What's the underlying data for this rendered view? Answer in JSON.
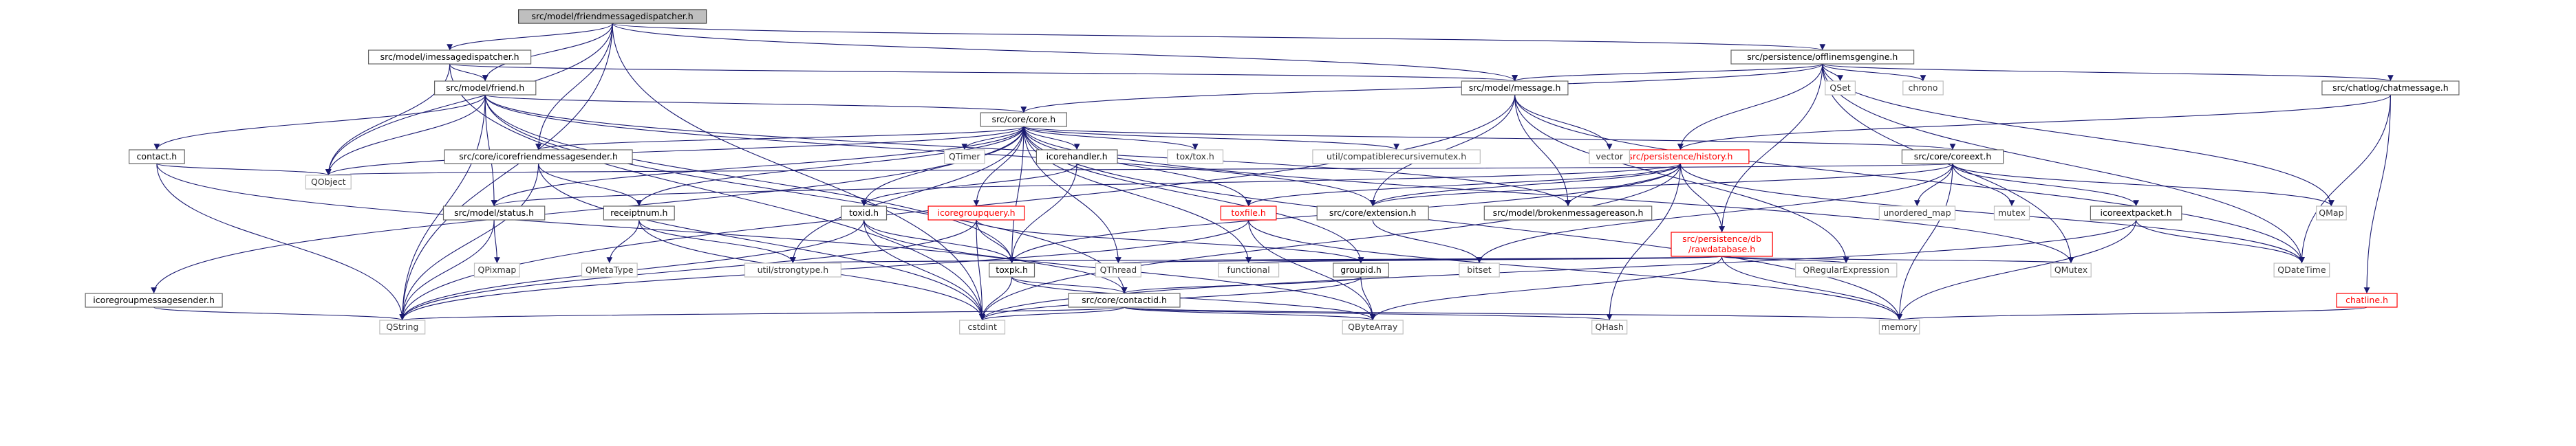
{
  "graph": {
    "nodes": [
      {
        "id": "root",
        "label": "src/model/friendmessagedispatcher.h",
        "style": "root",
        "row": 0,
        "col": 10.35
      },
      {
        "id": "imd",
        "label": "src/model/imessagedispatcher.h",
        "style": "normal",
        "row": 1,
        "col": 7.6
      },
      {
        "id": "ome",
        "label": "src/persistence/offlinemsgengine.h",
        "style": "normal",
        "row": 1,
        "col": 30.8
      },
      {
        "id": "friend",
        "label": "src/model/friend.h",
        "style": "normal",
        "row": 2,
        "col": 8.2
      },
      {
        "id": "message",
        "label": "src/model/message.h",
        "style": "normal",
        "row": 2,
        "col": 25.6
      },
      {
        "id": "chatmessage",
        "label": "src/chatlog/chatmessage.h",
        "style": "normal",
        "row": 2,
        "col": 40.4
      },
      {
        "id": "qset",
        "label": "QSet",
        "style": "noframe",
        "row": 2,
        "col": 31.1
      },
      {
        "id": "chrono",
        "label": "chrono",
        "style": "noframe",
        "row": 2,
        "col": 32.5
      },
      {
        "id": "core",
        "label": "src/core/core.h",
        "style": "normal",
        "row": 3,
        "col": 17.3
      },
      {
        "id": "history",
        "label": "src/persistence/history.h",
        "style": "red",
        "row": 4,
        "col": 28.4
      },
      {
        "id": "contact",
        "label": "contact.h",
        "style": "normal",
        "row": 4,
        "col": 2.65
      },
      {
        "id": "icfms",
        "label": "src/core/icorefriendmessagesender.h",
        "style": "normal",
        "row": 4,
        "col": 9.1
      },
      {
        "id": "qtimer",
        "label": "QTimer",
        "style": "noframe",
        "row": 4,
        "col": 16.3
      },
      {
        "id": "icorehandler",
        "label": "icorehandler.h",
        "style": "normal",
        "row": 4,
        "col": 18.2
      },
      {
        "id": "toxtox",
        "label": "tox/tox.h",
        "style": "noframe",
        "row": 4,
        "col": 20.2
      },
      {
        "id": "ucrm",
        "label": "util/compatiblerecursivemutex.h",
        "style": "noframe",
        "row": 4,
        "col": 23.6
      },
      {
        "id": "vector",
        "label": "vector",
        "style": "noframe",
        "row": 4,
        "col": 27.2
      },
      {
        "id": "coreext",
        "label": "src/core/coreext.h",
        "style": "normal",
        "row": 4,
        "col": 33.0
      },
      {
        "id": "qobject",
        "label": "QObject",
        "style": "noframe",
        "row": 5,
        "col": 5.55
      },
      {
        "id": "status",
        "label": "src/model/status.h",
        "style": "normal",
        "row": 6,
        "col": 8.35
      },
      {
        "id": "receiptnum",
        "label": "receiptnum.h",
        "style": "normal",
        "row": 6,
        "col": 10.8
      },
      {
        "id": "toxid",
        "label": "toxid.h",
        "style": "normal",
        "row": 6,
        "col": 14.6
      },
      {
        "id": "icgq",
        "label": "icoregroupquery.h",
        "style": "red",
        "row": 6,
        "col": 16.5
      },
      {
        "id": "toxfile",
        "label": "toxfile.h",
        "style": "red",
        "row": 6,
        "col": 21.1
      },
      {
        "id": "coreextension",
        "label": "src/core/extension.h",
        "style": "normal",
        "row": 6,
        "col": 23.2
      },
      {
        "id": "brokenmsg",
        "label": "src/model/brokenmessagereason.h",
        "style": "normal",
        "row": 6,
        "col": 26.5
      },
      {
        "id": "icoreextpacket",
        "label": "icoreextpacket.h",
        "style": "normal",
        "row": 6,
        "col": 36.1
      },
      {
        "id": "qmap",
        "label": "QMap",
        "style": "noframe",
        "row": 6,
        "col": 39.4
      },
      {
        "id": "unordered",
        "label": "unordered_map",
        "style": "noframe",
        "row": 6,
        "col": 32.4
      },
      {
        "id": "mutex",
        "label": "mutex",
        "style": "noframe",
        "row": 6,
        "col": 34.0
      },
      {
        "id": "rawdb",
        "label": "src/persistence/db\n/rawdatabase.h",
        "style": "red",
        "row": 7,
        "col": 29.1
      },
      {
        "id": "qpixmap",
        "label": "QPixmap",
        "style": "noframe",
        "row": 8,
        "col": 8.4
      },
      {
        "id": "qmetatype",
        "label": "QMetaType",
        "style": "noframe",
        "row": 8,
        "col": 10.3
      },
      {
        "id": "strongtype",
        "label": "util/strongtype.h",
        "style": "noframe",
        "row": 8,
        "col": 13.4
      },
      {
        "id": "toxpk",
        "label": "toxpk.h",
        "style": "normal",
        "row": 8,
        "col": 17.1
      },
      {
        "id": "qthread",
        "label": "QThread",
        "style": "noframe",
        "row": 8,
        "col": 18.9
      },
      {
        "id": "functional",
        "label": "functional",
        "style": "noframe",
        "row": 8,
        "col": 21.1
      },
      {
        "id": "groupid",
        "label": "groupid.h",
        "style": "normal",
        "row": 8,
        "col": 23.0
      },
      {
        "id": "bitset",
        "label": "bitset",
        "style": "noframe",
        "row": 8,
        "col": 25.0
      },
      {
        "id": "qregexp",
        "label": "QRegularExpression",
        "style": "noframe",
        "row": 8,
        "col": 31.2
      },
      {
        "id": "qmutex",
        "label": "QMutex",
        "style": "noframe",
        "row": 8,
        "col": 35.0
      },
      {
        "id": "qdatetime",
        "label": "QDateTime",
        "style": "noframe",
        "row": 8,
        "col": 38.9
      },
      {
        "id": "icgms",
        "label": "icoregroupmessagesender.h",
        "style": "normal",
        "row": 9,
        "col": 2.6
      },
      {
        "id": "contactid",
        "label": "src/core/contactid.h",
        "style": "normal",
        "row": 9,
        "col": 19.0
      },
      {
        "id": "chatline",
        "label": "chatline.h",
        "style": "red",
        "row": 9,
        "col": 40.0
      },
      {
        "id": "qstring",
        "label": "QString",
        "style": "noframe",
        "row": 10,
        "col": 6.8
      },
      {
        "id": "cstdint",
        "label": "cstdint",
        "style": "noframe",
        "row": 10,
        "col": 16.6
      },
      {
        "id": "qbytearray",
        "label": "QByteArray",
        "style": "noframe",
        "row": 10,
        "col": 23.2
      },
      {
        "id": "qhash",
        "label": "QHash",
        "style": "noframe",
        "row": 10,
        "col": 27.2
      },
      {
        "id": "memory",
        "label": "memory",
        "style": "noframe",
        "row": 10,
        "col": 32.1
      }
    ],
    "edges": [
      [
        "root",
        "imd"
      ],
      [
        "root",
        "friend"
      ],
      [
        "root",
        "message"
      ],
      [
        "root",
        "ome"
      ],
      [
        "root",
        "icfms"
      ],
      [
        "root",
        "qobject"
      ],
      [
        "root",
        "qstring"
      ],
      [
        "root",
        "cstdint"
      ],
      [
        "imd",
        "friend"
      ],
      [
        "imd",
        "message"
      ],
      [
        "imd",
        "qobject"
      ],
      [
        "imd",
        "cstdint"
      ],
      [
        "friend",
        "contact"
      ],
      [
        "friend",
        "core"
      ],
      [
        "friend",
        "status"
      ],
      [
        "friend",
        "contactid"
      ],
      [
        "friend",
        "qobject"
      ],
      [
        "friend",
        "qstring"
      ],
      [
        "friend",
        "coreextension"
      ],
      [
        "friend",
        "brokenmsg"
      ],
      [
        "friend",
        "toxpk"
      ],
      [
        "ome",
        "core"
      ],
      [
        "ome",
        "message"
      ],
      [
        "ome",
        "chatmessage"
      ],
      [
        "ome",
        "qset"
      ],
      [
        "ome",
        "chrono"
      ],
      [
        "ome",
        "history"
      ],
      [
        "ome",
        "rawdb"
      ],
      [
        "ome",
        "qmap"
      ],
      [
        "ome",
        "qmutex"
      ],
      [
        "ome",
        "qdatetime"
      ],
      [
        "message",
        "coreextension"
      ],
      [
        "message",
        "brokenmsg"
      ],
      [
        "message",
        "qdatetime"
      ],
      [
        "message",
        "qregexp"
      ],
      [
        "message",
        "vector"
      ],
      [
        "message",
        "qstring"
      ],
      [
        "chatmessage",
        "history"
      ],
      [
        "chatmessage",
        "qdatetime"
      ],
      [
        "chatmessage",
        "chatline"
      ],
      [
        "chatline",
        "memory"
      ],
      [
        "core",
        "icfms"
      ],
      [
        "core",
        "icorehandler"
      ],
      [
        "core",
        "icgq"
      ],
      [
        "core",
        "icgms"
      ],
      [
        "core",
        "receiptnum"
      ],
      [
        "core",
        "toxid"
      ],
      [
        "core",
        "toxfile"
      ],
      [
        "core",
        "toxpk"
      ],
      [
        "core",
        "groupid"
      ],
      [
        "core",
        "qtimer"
      ],
      [
        "core",
        "toxtox"
      ],
      [
        "core",
        "ucrm"
      ],
      [
        "core",
        "coreext"
      ],
      [
        "core",
        "qobject"
      ],
      [
        "core",
        "qthread"
      ],
      [
        "core",
        "qmutex"
      ],
      [
        "core",
        "functional"
      ],
      [
        "core",
        "memory"
      ],
      [
        "core",
        "strongtype"
      ],
      [
        "core",
        "status"
      ],
      [
        "history",
        "coreextension"
      ],
      [
        "history",
        "brokenmsg"
      ],
      [
        "history",
        "toxfile"
      ],
      [
        "history",
        "toxpk"
      ],
      [
        "history",
        "rawdb"
      ],
      [
        "history",
        "qdatetime"
      ],
      [
        "history",
        "qhash"
      ],
      [
        "history",
        "cstdint"
      ],
      [
        "history",
        "status"
      ],
      [
        "coreext",
        "coreextension"
      ],
      [
        "coreext",
        "icoreextpacket"
      ],
      [
        "coreext",
        "qmap"
      ],
      [
        "coreext",
        "unordered"
      ],
      [
        "coreext",
        "mutex"
      ],
      [
        "coreext",
        "memory"
      ],
      [
        "coreext",
        "bitset"
      ],
      [
        "coreext",
        "qobject"
      ],
      [
        "icoreextpacket",
        "qdatetime"
      ],
      [
        "icoreextpacket",
        "memory"
      ],
      [
        "icoreextpacket",
        "cstdint"
      ],
      [
        "rawdb",
        "qbytearray"
      ],
      [
        "rawdb",
        "qmutex"
      ],
      [
        "rawdb",
        "qregexp"
      ],
      [
        "rawdb",
        "qthread"
      ],
      [
        "rawdb",
        "memory"
      ],
      [
        "rawdb",
        "strongtype"
      ],
      [
        "rawdb",
        "functional"
      ],
      [
        "contact",
        "qobject"
      ],
      [
        "contact",
        "qstring"
      ],
      [
        "contact",
        "contactid"
      ],
      [
        "icfms",
        "receiptnum"
      ],
      [
        "icfms",
        "qstring"
      ],
      [
        "icfms",
        "cstdint"
      ],
      [
        "icorehandler",
        "toxid"
      ],
      [
        "icorehandler",
        "toxpk"
      ],
      [
        "receiptnum",
        "strongtype"
      ],
      [
        "receiptnum",
        "qmetatype"
      ],
      [
        "receiptnum",
        "cstdint"
      ],
      [
        "status",
        "qpixmap"
      ],
      [
        "status",
        "qstring"
      ],
      [
        "toxid",
        "toxpk"
      ],
      [
        "toxid",
        "qstring"
      ],
      [
        "toxid",
        "qbytearray"
      ],
      [
        "toxid",
        "cstdint"
      ],
      [
        "icgq",
        "toxpk"
      ],
      [
        "icgq",
        "groupid"
      ],
      [
        "icgq",
        "qstring"
      ],
      [
        "icgq",
        "cstdint"
      ],
      [
        "toxfile",
        "qstring"
      ],
      [
        "toxfile",
        "memory"
      ],
      [
        "toxfile",
        "qbytearray"
      ],
      [
        "coreextension",
        "bitset"
      ],
      [
        "toxpk",
        "contactid"
      ],
      [
        "toxpk",
        "qbytearray"
      ],
      [
        "toxpk",
        "cstdint"
      ],
      [
        "groupid",
        "contactid"
      ],
      [
        "groupid",
        "qbytearray"
      ],
      [
        "groupid",
        "cstdint"
      ],
      [
        "contactid",
        "qstring"
      ],
      [
        "contactid",
        "qbytearray"
      ],
      [
        "contactid",
        "cstdint"
      ],
      [
        "contactid",
        "qhash"
      ],
      [
        "contactid",
        "memory"
      ],
      [
        "icgms",
        "qstring"
      ]
    ]
  }
}
